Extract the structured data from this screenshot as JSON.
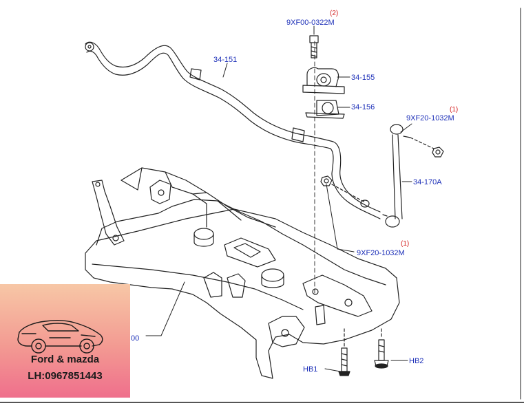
{
  "labels": {
    "bolt_top_qty": "(2)",
    "bolt_top_part": "9XF00-0322M",
    "stabilizer_bar": "34-151",
    "bushing_upper": "34-155",
    "bushing_lower": "34-156",
    "link_nut_qty": "(1)",
    "link_nut_part": "9XF20-1032M",
    "stabilizer_link": "34-170A",
    "link_nut_lower_qty": "(1)",
    "link_nut_lower_part": "9XF20-1032M",
    "crossmember_partial": "00",
    "bolt_hb1": "HB1",
    "bolt_hb2": "HB2"
  },
  "watermark": {
    "brand": "Ford & mazda",
    "phone": "LH:0967851443"
  },
  "colors": {
    "label_blue": "#1c2fb8",
    "qty_red": "#d42020",
    "line": "#222222"
  }
}
